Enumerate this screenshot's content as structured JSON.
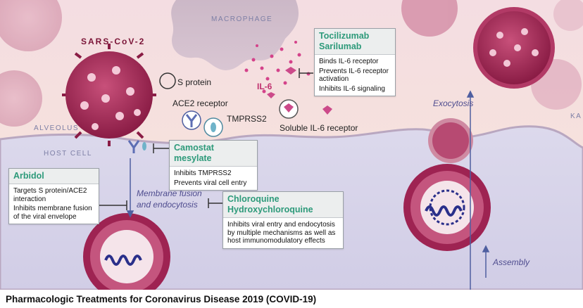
{
  "caption": "Pharmacologic Treatments for Coronavirus Disease 2019 (COVID-19)",
  "labels": {
    "macrophage": "MACROPHAGE",
    "sars": "SARS-CoV-2",
    "s_protein": "S protein",
    "ace2": "ACE2 receptor",
    "tmprss2": "TMPRSS2",
    "alveolus": "ALVEOLUS",
    "host_cell": "HOST CELL",
    "il6": "IL-6",
    "soluble_il6": "Soluble IL-6 receptor",
    "membrane_fusion_1": "Membrane fusion",
    "membrane_fusion_2": "and endocytosis",
    "exocytosis": "Exocytosis",
    "assembly": "Assembly",
    "ka": "KA"
  },
  "boxes": {
    "tocilizumab": {
      "title_1": "Tocilizumab",
      "title_2": "Sarilumab",
      "lines": [
        "Binds IL-6 receptor",
        "Prevents IL-6 receptor activation",
        "Inhibits IL-6 signaling"
      ]
    },
    "camostat": {
      "title_1": "Camostat mesylate",
      "lines": [
        "Inhibits TMPRSS2",
        "Prevents viral cell entry"
      ]
    },
    "arbidol": {
      "title_1": "Arbidol",
      "lines": [
        "Targets S protein/ACE2 interaction",
        "Inhibits membrane fusion of the viral envelope"
      ]
    },
    "chloroquine": {
      "title_1": "Chloroquine",
      "title_2": "Hydroxychloroquine",
      "lines": [
        "Inhibits viral entry and endocytosis by multiple mechanisms as well as host immunomodulatory effects"
      ]
    }
  },
  "colors": {
    "virus": "#9e2352",
    "title_green": "#2d9a7a",
    "cell": "#d8d5ea",
    "alveolus": "#f2dbe0"
  }
}
